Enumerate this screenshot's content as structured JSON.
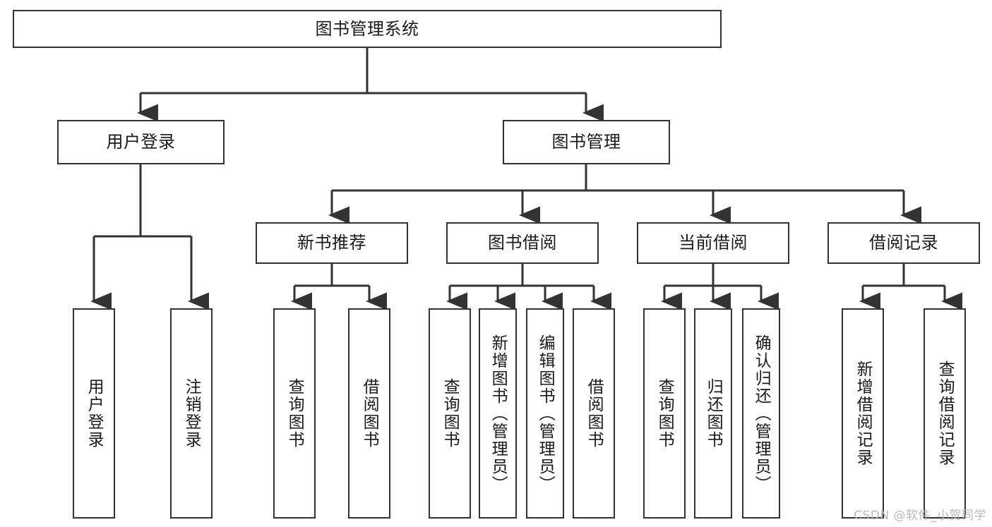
{
  "diagram": {
    "title": "图书管理系统",
    "watermark": "CSDN @软件_小贺同学",
    "colors": {
      "box_border": "#333333",
      "box_fill": "#ffffff",
      "connector": "#333333",
      "text": "#1a1a1a",
      "watermark": "#b9b9b9"
    },
    "levels": {
      "root": {
        "label": "图书管理系统"
      },
      "level2": [
        {
          "id": "user-login",
          "label": "用户登录"
        },
        {
          "id": "book-management",
          "label": "图书管理"
        }
      ],
      "level3": [
        {
          "id": "new-book-recommend",
          "label": "新书推荐"
        },
        {
          "id": "book-borrow",
          "label": "图书借阅"
        },
        {
          "id": "current-borrow",
          "label": "当前借阅"
        },
        {
          "id": "borrow-record",
          "label": "借阅记录"
        }
      ],
      "leaves": {
        "user-login": [
          {
            "id": "leaf-user-login",
            "label": "用户登录"
          },
          {
            "id": "leaf-logout-login",
            "label": "注销登录"
          }
        ],
        "new-book-recommend": [
          {
            "id": "leaf-query-book-1",
            "label": "查询图书"
          },
          {
            "id": "leaf-borrow-book-1",
            "label": "借阅图书"
          }
        ],
        "book-borrow": [
          {
            "id": "leaf-query-book-2",
            "label": "查询图书"
          },
          {
            "id": "leaf-add-book-admin",
            "label": "新增图书（管理员）"
          },
          {
            "id": "leaf-edit-book-admin",
            "label": "编辑图书（管理员）"
          },
          {
            "id": "leaf-borrow-book-2",
            "label": "借阅图书"
          }
        ],
        "current-borrow": [
          {
            "id": "leaf-query-book-3",
            "label": "查询图书"
          },
          {
            "id": "leaf-return-book",
            "label": "归还图书"
          },
          {
            "id": "leaf-confirm-return-admin",
            "label": "确认归还（管理员）"
          }
        ],
        "borrow-record": [
          {
            "id": "leaf-add-borrow-record",
            "label": "新增借阅记录"
          },
          {
            "id": "leaf-query-borrow-record",
            "label": "查询借阅记录"
          }
        ]
      }
    }
  }
}
